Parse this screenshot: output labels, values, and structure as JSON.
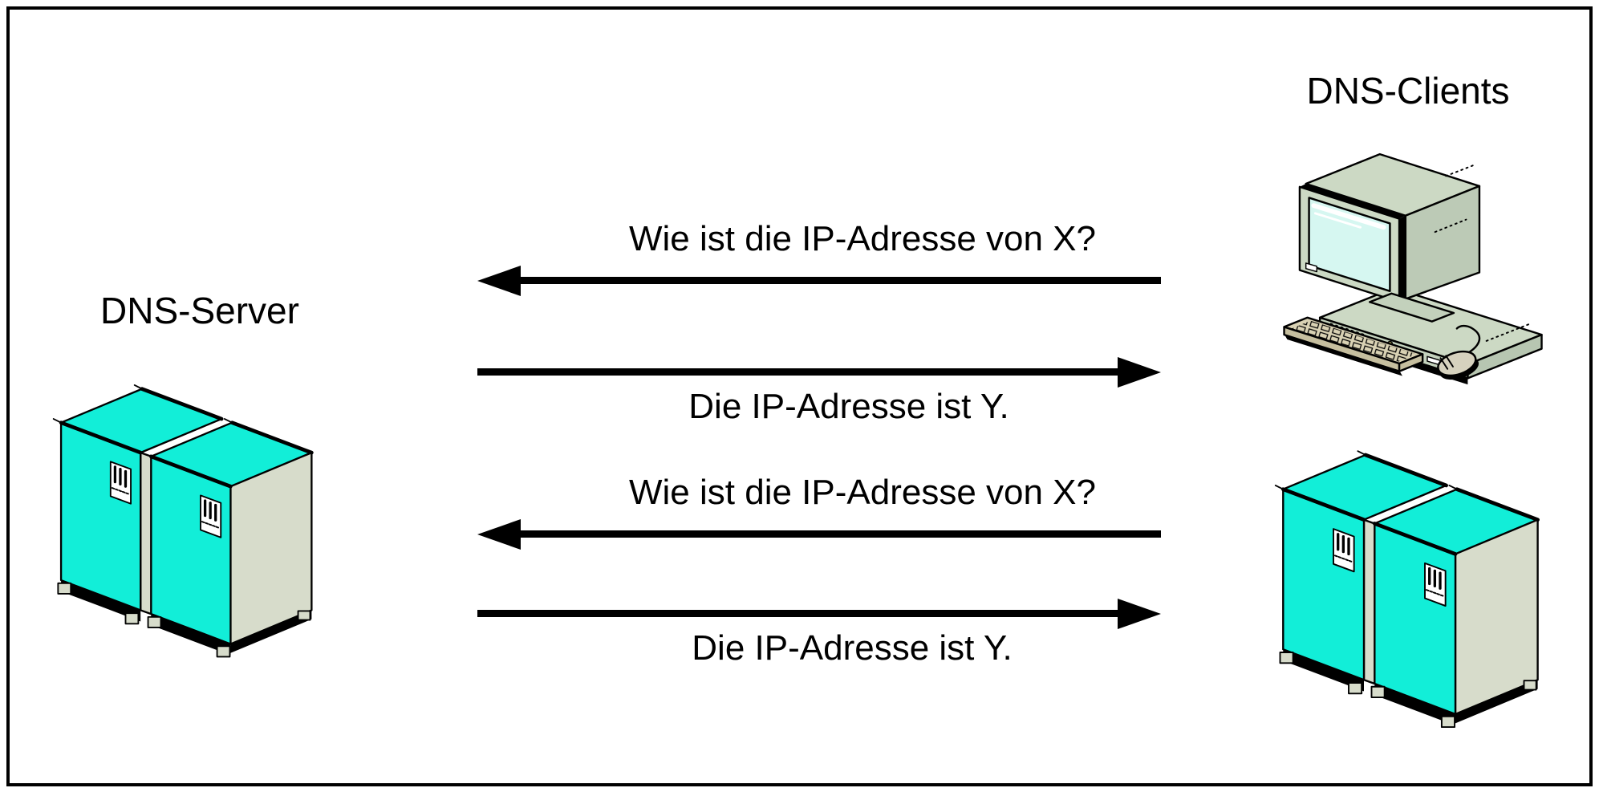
{
  "diagram": {
    "labels": {
      "server": "DNS-Server",
      "clients": "DNS-Clients"
    },
    "messages": [
      {
        "text": "Wie ist die IP-Adresse von X?",
        "direction": "left"
      },
      {
        "text": "Die IP-Adresse ist Y.",
        "direction": "right"
      },
      {
        "text": "Wie ist die IP-Adresse von X?",
        "direction": "left"
      },
      {
        "text": "Die IP-Adresse ist Y.",
        "direction": "right"
      }
    ],
    "icons": [
      "desktop-computer-icon",
      "server-cabinets-icon",
      "left-arrow",
      "right-arrow"
    ],
    "colors": {
      "cabinet_cyan": "#12EED8",
      "machine_body_gray": "#CCD9C4",
      "cabinet_side_gray": "#D7DCCB",
      "screen_cyan": "#D6F7F1",
      "keyboard_beige": "#D9D2B4",
      "outline": "#000000",
      "background": "#FFFFFF"
    }
  }
}
